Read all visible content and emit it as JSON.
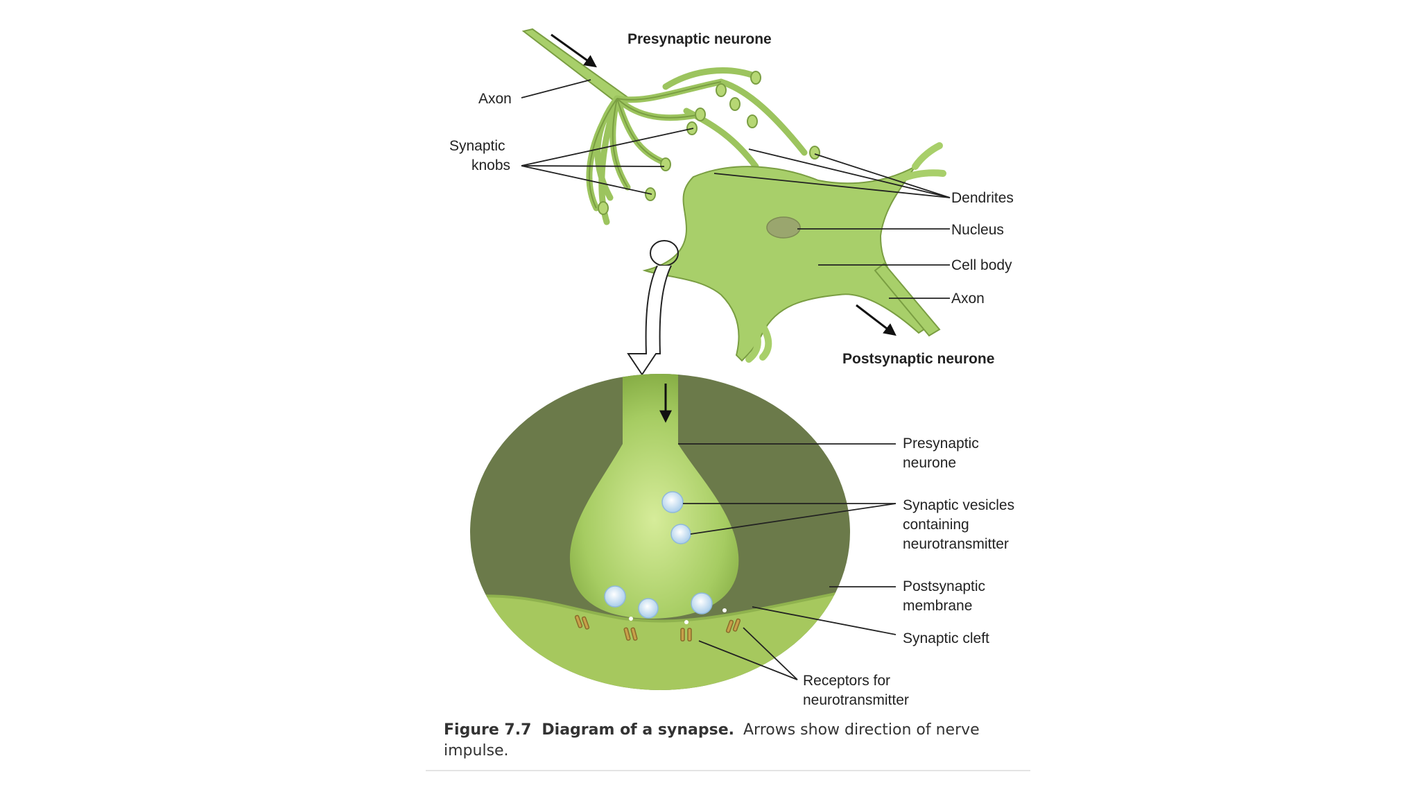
{
  "labels": {
    "presynaptic_top": "Presynaptic neurone",
    "axon_top": "Axon",
    "synaptic_knobs": [
      "Synaptic",
      "knobs"
    ],
    "dendrites": "Dendrites",
    "nucleus": "Nucleus",
    "cell_body": "Cell body",
    "axon_bottom": "Axon",
    "postsynaptic_bottom": "Postsynaptic neurone",
    "presynaptic_detail": [
      "Presynaptic",
      "neurone"
    ],
    "vesicles": [
      "Synaptic vesicles",
      "containing",
      "neurotransmitter"
    ],
    "postsynaptic_membrane": [
      "Postsynaptic",
      "membrane"
    ],
    "synaptic_cleft": "Synaptic cleft",
    "receptors": [
      "Receptors for",
      "neurotransmitter"
    ]
  },
  "caption": {
    "number": "Figure 7.7",
    "title": "Diagram of a synapse.",
    "text": "Arrows show direction of nerve impulse."
  },
  "colors": {
    "neuron_green": "#a8cf6a",
    "cleft_dark": "#6b7a4a",
    "vesicle": "#cfe3f5",
    "receptor": "#c8a04a"
  }
}
